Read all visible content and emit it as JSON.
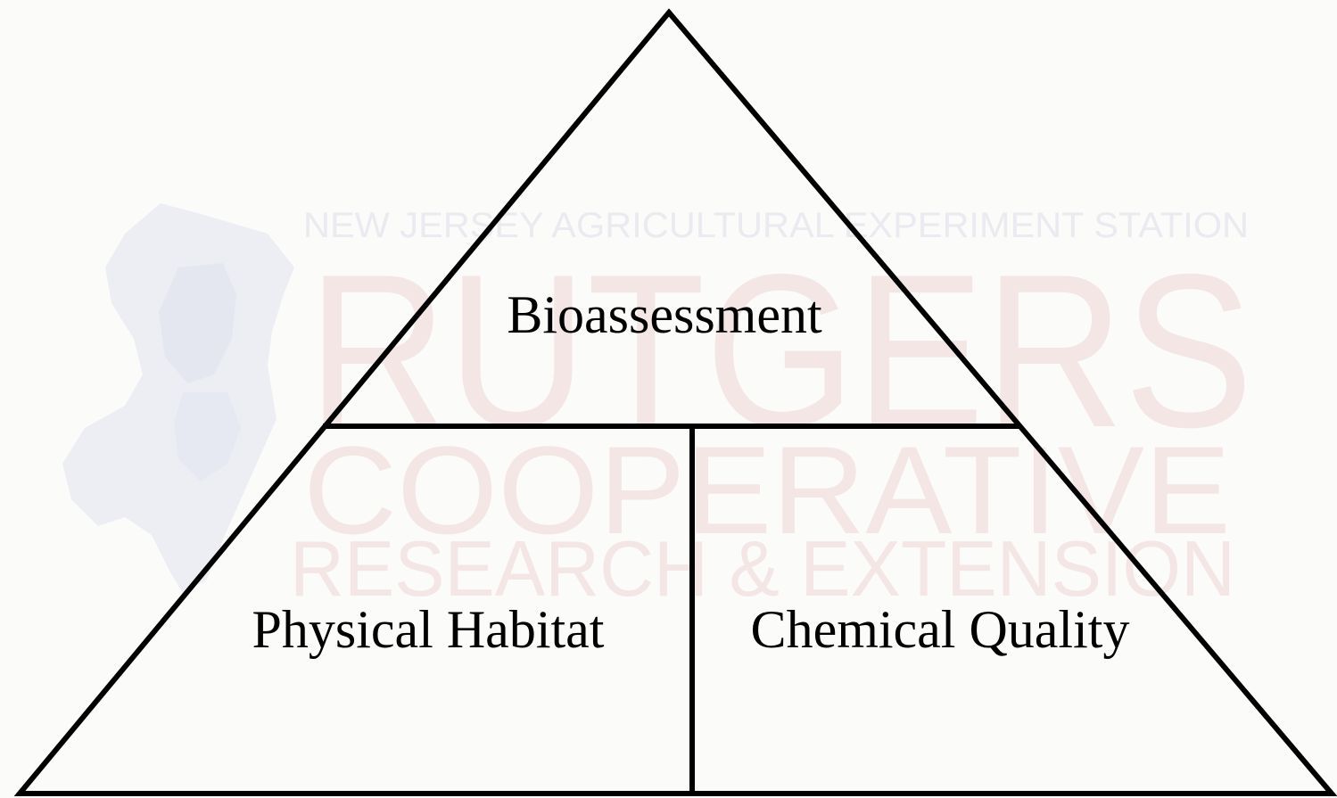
{
  "watermark": {
    "line1": "NEW JERSEY AGRICULTURAL EXPERIMENT STATION",
    "line2": "RUTGERS",
    "line3": "COOPERATIVE",
    "line4": "RESEARCH & EXTENSION",
    "text_color": "#f3e6e4",
    "map_color": "#e9ecf3"
  },
  "diagram": {
    "top_label": "Bioassessment",
    "left_label": "Physical Habitat",
    "right_label": "Chemical Quality",
    "line_color": "#000000"
  }
}
